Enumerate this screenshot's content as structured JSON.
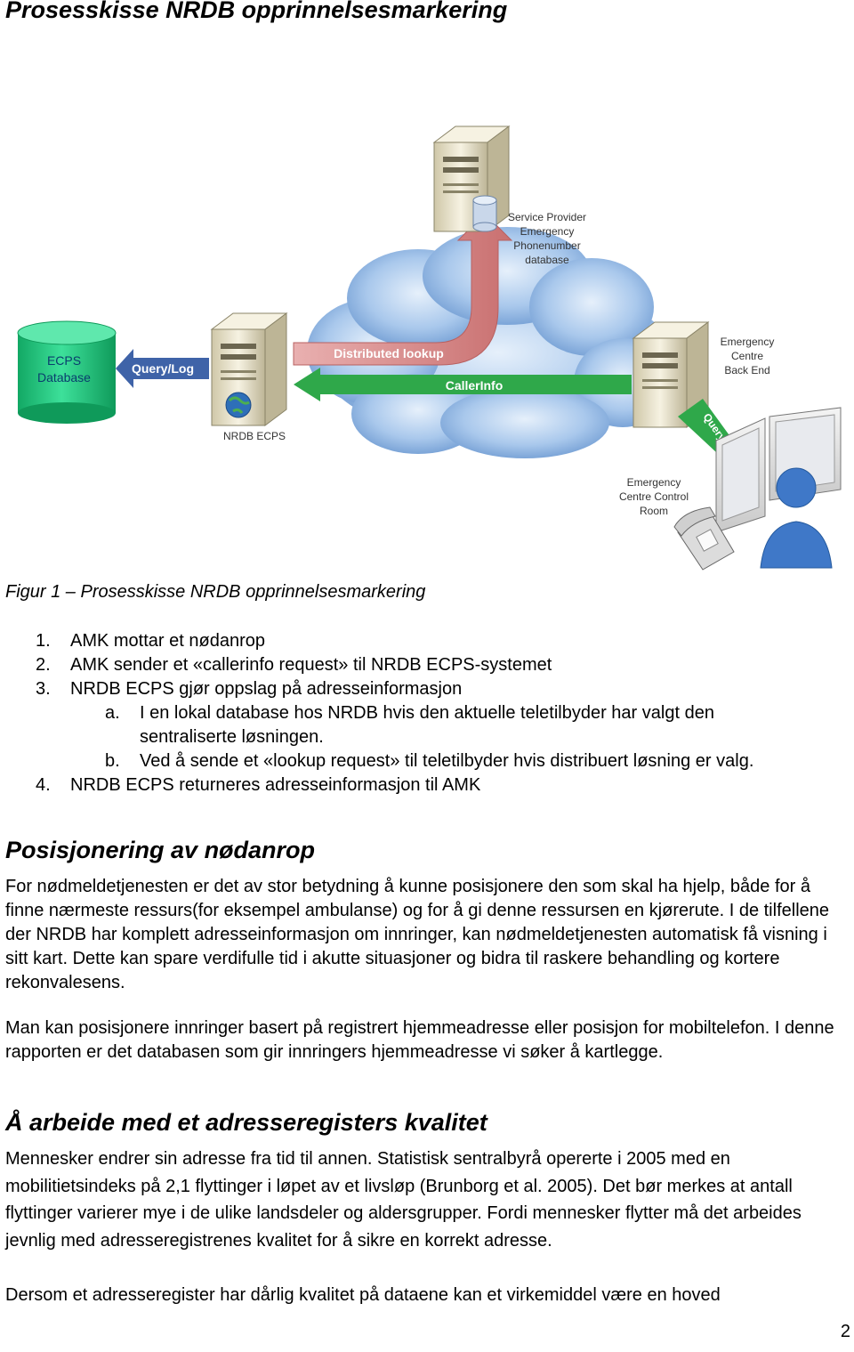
{
  "page": {
    "title": "Prosesskisse NRDB opprinnelsesmarkering",
    "page_number": "2"
  },
  "figure": {
    "labels": {
      "service_provider": [
        "Service Provider",
        "Emergency",
        "Phonenumber",
        "database"
      ],
      "ecps_database": [
        "ECPS",
        "Database"
      ],
      "query_log": "Query/Log",
      "distributed_lookup": "Distributed lookup",
      "callerinfo": "CallerInfo",
      "nrdb_ecps": "NRDB ECPS",
      "back_end": [
        "Emergency",
        "Centre",
        "Back End"
      ],
      "query": "Query",
      "control_room": [
        "Emergency",
        "Centre Control",
        "Room"
      ]
    },
    "colors": {
      "cylinder": "#22c07a",
      "arrow_blue": "#3f63a8",
      "arrow_green": "#2fa84a",
      "arrow_red": "#d98c8c",
      "cloud": "#8fb7e4",
      "server": "#ece6cf",
      "person": "#3f78c8"
    },
    "caption": "Figur 1 – Prosesskisse NRDB opprinnelsesmarkering"
  },
  "steps": [
    {
      "num": "1.",
      "text": "AMK mottar et nødanrop"
    },
    {
      "num": "2.",
      "text": "AMK sender et «callerinfo request» til NRDB ECPS-systemet"
    },
    {
      "num": "3.",
      "text": "NRDB ECPS gjør oppslag på adresseinformasjon"
    },
    {
      "num": "a.",
      "lines": [
        "I en lokal database hos NRDB hvis den aktuelle teletilbyder har valgt den",
        "sentraliserte løsningen."
      ]
    },
    {
      "num": "b.",
      "text": "Ved å sende et «lookup request» til teletilbyder hvis distribuert løsning er valg."
    },
    {
      "num": "4.",
      "text": "NRDB ECPS returneres adresseinformasjon til AMK"
    }
  ],
  "sections": [
    {
      "heading": "Posisjonering av nødanrop",
      "paragraphs": [
        "For nødmeldetjenesten er det av stor betydning å kunne posisjonere den som skal ha hjelp, både for å finne nærmeste ressurs(for eksempel ambulanse) og for å gi denne ressursen en kjørerute. I de tilfellene der NRDB har komplett adresseinformasjon om innringer, kan nødmeldetjenesten automatisk få visning i sitt kart. Dette kan spare verdifulle tid i akutte situasjoner og bidra til raskere behandling og kortere rekonvalesens.",
        "Man kan posisjonere innringer basert på registrert hjemmeadresse eller posisjon for mobiltelefon. I denne rapporten er det databasen som gir innringers hjemmeadresse vi søker å kartlegge."
      ]
    },
    {
      "heading": "Å arbeide med et adresseregisters kvalitet",
      "paragraphs": [
        "Mennesker endrer sin adresse fra tid til annen. Statistisk sentralbyrå opererte i 2005 med en mobilitietsindeks på 2,1 flyttinger i løpet av et livsløp (Brunborg et al. 2005). Det bør merkes at antall flyttinger varierer mye i de ulike landsdeler og aldersgrupper. Fordi mennesker flytter må det arbeides jevnlig med adresseregistrenes kvalitet for å sikre en korrekt adresse.",
        "Dersom et adresseregister har dårlig kvalitet på dataene kan et virkemiddel være en hoved"
      ]
    }
  ]
}
